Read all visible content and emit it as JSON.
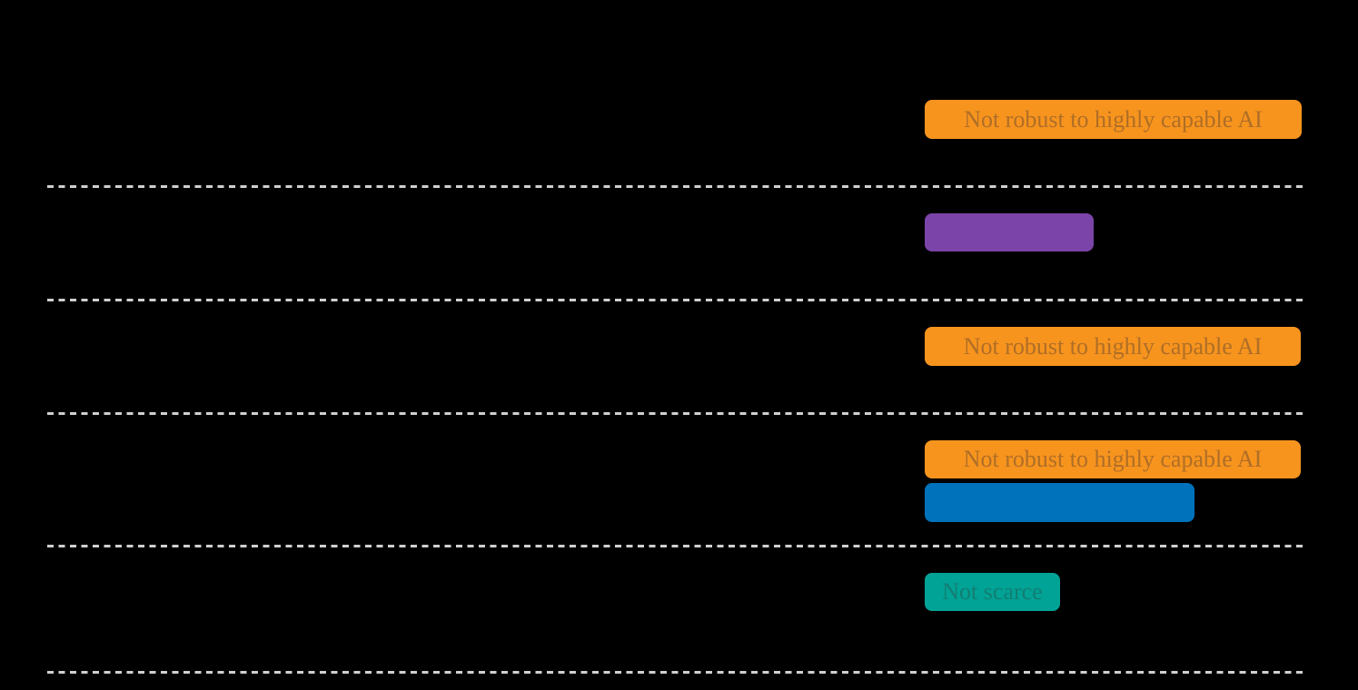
{
  "figure": {
    "background_color": "#000000",
    "divider": {
      "style": "dashed",
      "color": "#cfcfcf"
    },
    "colors": {
      "orange": "#F7941E",
      "orange_text": "#AF6E26",
      "purple": "#7B44A8",
      "blue": "#0072BC",
      "teal": "#00A396",
      "teal_text": "#137E72"
    }
  },
  "badges": [
    {
      "label": "Not robust to highly capable AI",
      "fill": "#F7941E",
      "text_color": "#AF6E26",
      "row": 1
    },
    {
      "label": "",
      "fill": "#7B44A8",
      "text_color": null,
      "row": 2
    },
    {
      "label": "Not robust to highly capable AI",
      "fill": "#F7941E",
      "text_color": "#AF6E26",
      "row": 3
    },
    {
      "label": "Not robust to highly capable AI",
      "fill": "#F7941E",
      "text_color": "#AF6E26",
      "row": 4
    },
    {
      "label": "",
      "fill": "#0072BC",
      "text_color": null,
      "row": 4
    },
    {
      "label": "Not scarce",
      "fill": "#00A396",
      "text_color": "#137E72",
      "row": 5
    }
  ]
}
